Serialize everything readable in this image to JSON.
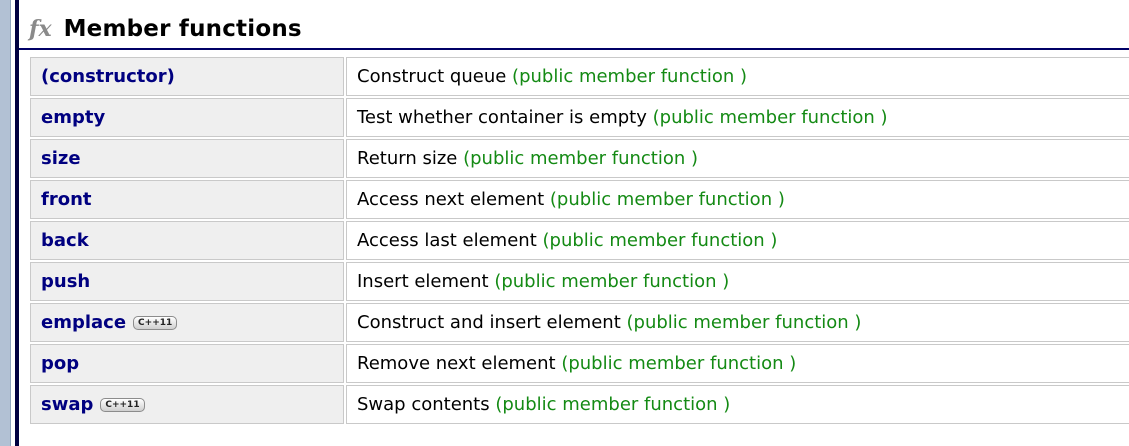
{
  "header": {
    "icon_glyph": "fx",
    "title": "Member functions"
  },
  "table": {
    "rows": [
      {
        "name": "(constructor)",
        "badge": "",
        "description": "Construct queue",
        "kind": "(public member function )"
      },
      {
        "name": "empty",
        "badge": "",
        "description": "Test whether container is empty",
        "kind": "(public member function )"
      },
      {
        "name": "size",
        "badge": "",
        "description": "Return size",
        "kind": "(public member function )"
      },
      {
        "name": "front",
        "badge": "",
        "description": "Access next element",
        "kind": "(public member function )"
      },
      {
        "name": "back",
        "badge": "",
        "description": "Access last element",
        "kind": "(public member function )"
      },
      {
        "name": "push",
        "badge": "",
        "description": "Insert element",
        "kind": "(public member function )"
      },
      {
        "name": "emplace",
        "badge": "C++11",
        "description": "Construct and insert element",
        "kind": "(public member function )"
      },
      {
        "name": "pop",
        "badge": "",
        "description": "Remove next element",
        "kind": "(public member function )"
      },
      {
        "name": "swap",
        "badge": "C++11",
        "description": "Swap contents",
        "kind": "(public member function )"
      }
    ]
  },
  "colors": {
    "link_navy": "#000080",
    "annotation_green": "#148a14",
    "header_underline": "#000066",
    "left_bar": "#b2c1d4",
    "left_line": "#000040",
    "cell_bg": "#efefef",
    "cell_border": "#c9c9c9"
  }
}
